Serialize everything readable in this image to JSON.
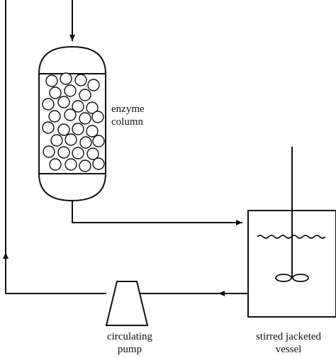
{
  "labels": {
    "enzyme_column": [
      "enzyme",
      "column"
    ],
    "circulating_pump": [
      "circulating",
      "pump"
    ],
    "stirred_jacketed_vessel": [
      "stirred jacketed",
      "vessel"
    ]
  },
  "colors": {
    "line": "#111111",
    "background": "#ffffff"
  }
}
